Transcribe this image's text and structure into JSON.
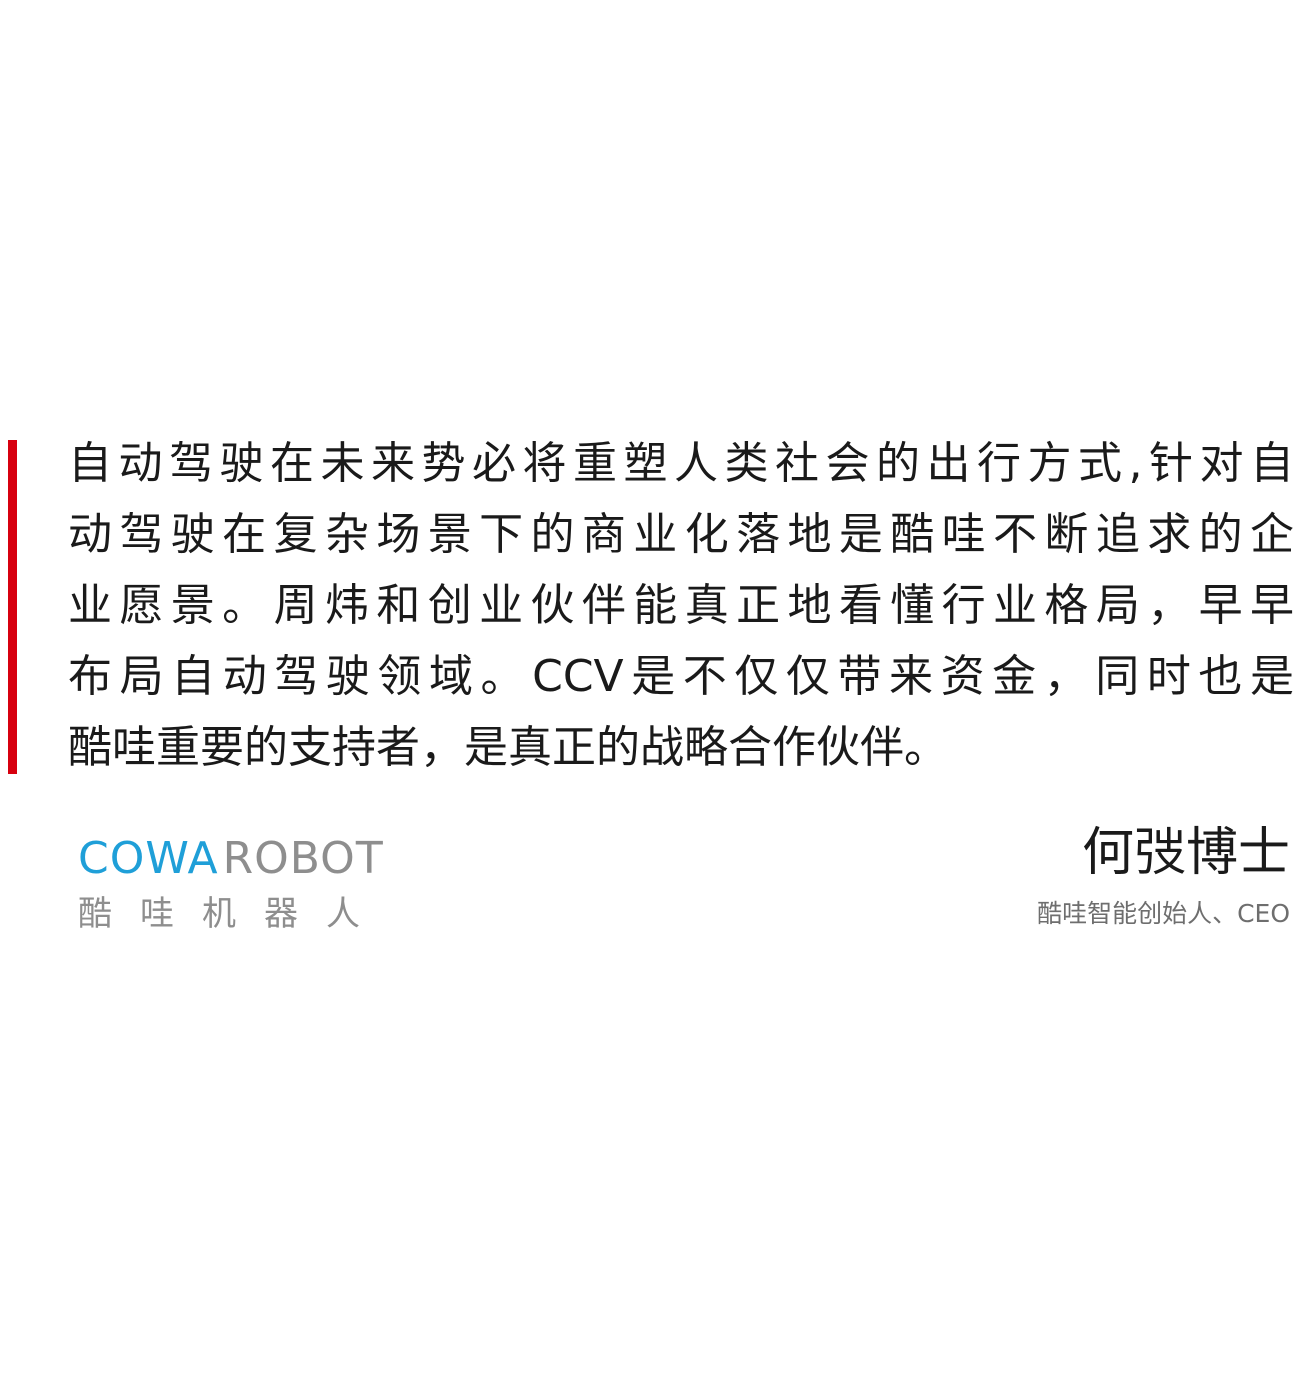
{
  "quote": {
    "lines": [
      "自动驾驶在未来势必将重塑人类社会的出行方式,针对自",
      "动驾驶在复杂场景下的商业化落地是酷哇不断追求的企",
      "业愿景。周炜和创业伙伴能真正地看懂行业格局，早早",
      "布局自动驾驶领域。CCV是不仅仅带来资金，同时也是",
      "酷哇重要的支持者，是真正的战略合作伙伴。"
    ],
    "accent_color": "#d7000f"
  },
  "logo": {
    "brand_primary": "COWA",
    "brand_secondary": "ROBOT",
    "chinese_name": "酷哇机器人",
    "primary_color": "#1f9fd8",
    "secondary_color": "#8e8e8e"
  },
  "attribution": {
    "name": "何弢博士",
    "title": "酷哇智能创始人、CEO"
  }
}
